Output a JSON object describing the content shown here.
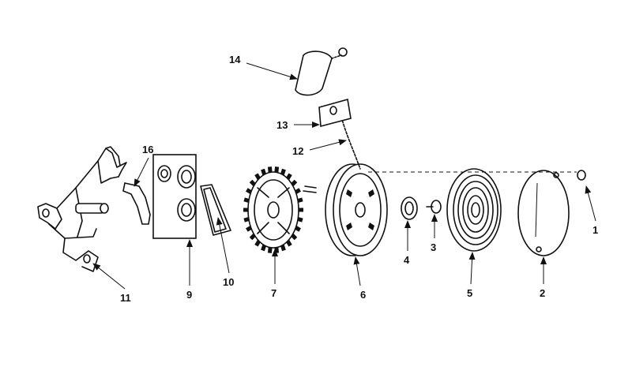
{
  "diagram": {
    "style": {
      "ink_color": "#111111",
      "background": "#ffffff"
    },
    "callouts": [
      {
        "id": "1",
        "label": "1"
      },
      {
        "id": "2",
        "label": "2"
      },
      {
        "id": "3",
        "label": "3"
      },
      {
        "id": "4",
        "label": "4"
      },
      {
        "id": "5",
        "label": "5"
      },
      {
        "id": "6",
        "label": "6"
      },
      {
        "id": "7",
        "label": "7"
      },
      {
        "id": "9",
        "label": "9"
      },
      {
        "id": "10",
        "label": "10"
      },
      {
        "id": "11",
        "label": "11"
      },
      {
        "id": "12",
        "label": "12"
      },
      {
        "id": "13",
        "label": "13"
      },
      {
        "id": "14",
        "label": "14"
      },
      {
        "id": "16",
        "label": "16"
      }
    ]
  }
}
